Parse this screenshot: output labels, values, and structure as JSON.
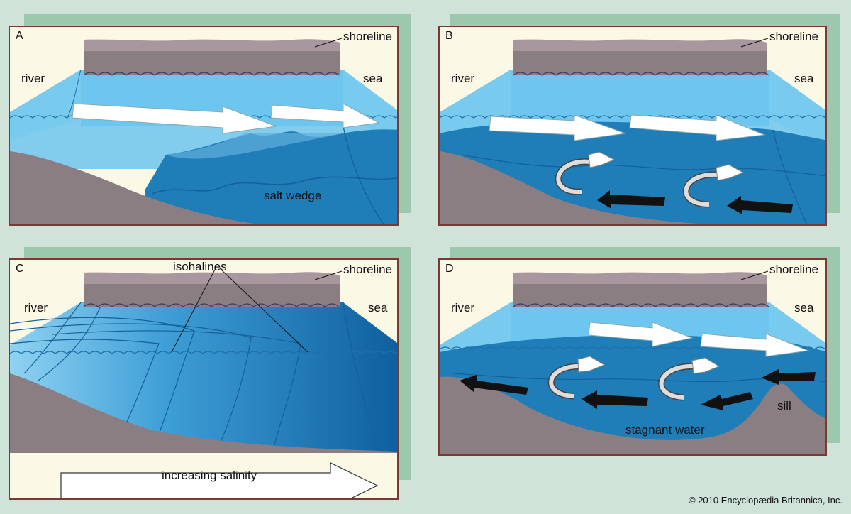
{
  "panels": [
    {
      "id": "A",
      "letter": "A",
      "shoreline": "shoreline",
      "river": "river",
      "sea": "sea",
      "annotation": "salt wedge"
    },
    {
      "id": "B",
      "letter": "B",
      "shoreline": "shoreline",
      "river": "river",
      "sea": "sea"
    },
    {
      "id": "C",
      "letter": "C",
      "shoreline": "shoreline",
      "river": "river",
      "sea": "sea",
      "annotation": "isohalines",
      "salinity_label": "increasing salinity"
    },
    {
      "id": "D",
      "letter": "D",
      "shoreline": "shoreline",
      "river": "river",
      "sea": "sea",
      "annotation": "stagnant water",
      "sill": "sill"
    }
  ],
  "copyright": "© 2010 Encyclopædia Britannica, Inc.",
  "colors": {
    "background": "#cfe3d8",
    "shadow": "#9cc9ae",
    "panel": "#fcf8e6",
    "border": "#7a3a32",
    "land": "#8a7e83",
    "shore_top": "#a8979f",
    "fresh_water": "#6cc6ee",
    "light_water": "#bde3f2",
    "salt_water": "#1f7db8",
    "deep_salt": "#0e5f9e"
  }
}
